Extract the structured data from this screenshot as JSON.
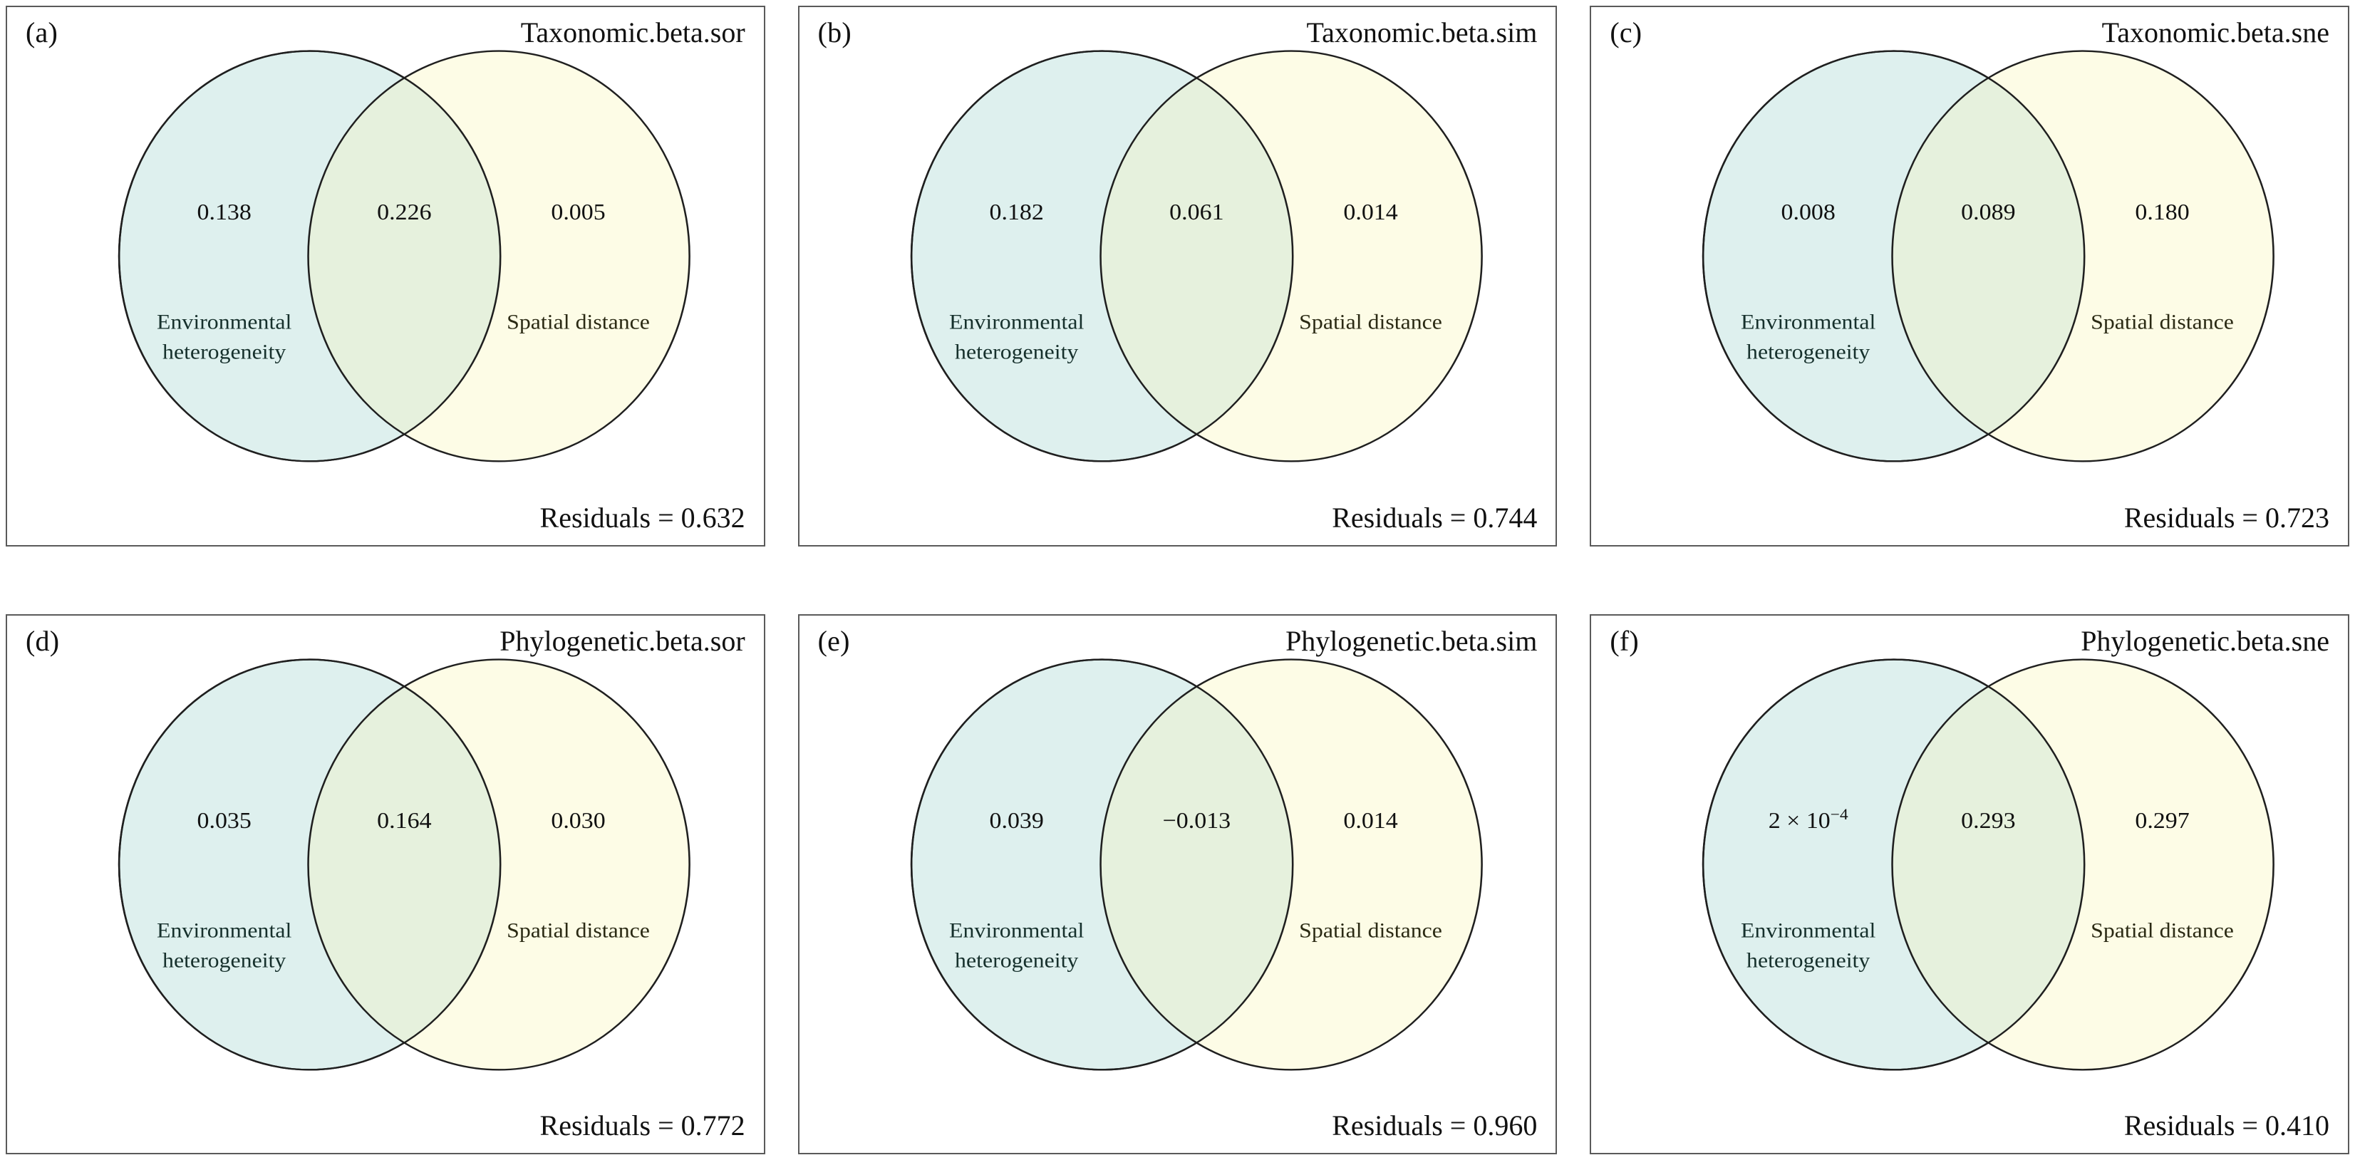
{
  "figure": {
    "layout": "2 rows x 3 columns of Venn diagrams",
    "colors": {
      "left_circle_fill": "#def0ee",
      "right_circle_fill": "#fdfce6",
      "overlap_fill": "#e6f1dd",
      "circle_stroke": "#1f1f1f",
      "panel_border": "#5a5a5a",
      "left_label_text": "#16302c",
      "right_label_text": "#2b2a14"
    },
    "common_labels": {
      "left_circle": {
        "line1": "Environmental",
        "line2": "heterogeneity"
      },
      "right_circle": "Spatial distance",
      "residuals_prefix": "Residuals ="
    }
  },
  "chart_data": {
    "type": "venn",
    "title": "",
    "description": "Variance partitioning Venn diagrams for taxonomic and phylogenetic beta diversity components",
    "set_names": [
      "Environmental heterogeneity",
      "Spatial distance"
    ],
    "panels": [
      {
        "letter": "(a)",
        "title": "Taxonomic.beta.sor",
        "left_only": "0.138",
        "overlap": "0.226",
        "right_only": "0.005",
        "residuals": "Residuals = 0.632",
        "residuals_value": "0.632",
        "values": [
          0.138,
          0.226,
          0.005,
          0.632
        ]
      },
      {
        "letter": "(b)",
        "title": "Taxonomic.beta.sim",
        "left_only": "0.182",
        "overlap": "0.061",
        "right_only": "0.014",
        "residuals": "Residuals = 0.744",
        "residuals_value": "0.744",
        "values": [
          0.182,
          0.061,
          0.014,
          0.744
        ]
      },
      {
        "letter": "(c)",
        "title": "Taxonomic.beta.sne",
        "left_only": "0.008",
        "overlap": "0.089",
        "right_only": "0.180",
        "residuals": "Residuals = 0.723",
        "residuals_value": "0.723",
        "values": [
          0.008,
          0.089,
          0.18,
          0.723
        ]
      },
      {
        "letter": "(d)",
        "title": "Phylogenetic.beta.sor",
        "left_only": "0.035",
        "overlap": "0.164",
        "right_only": "0.030",
        "residuals": "Residuals = 0.772",
        "residuals_value": "0.772",
        "values": [
          0.035,
          0.164,
          0.03,
          0.772
        ]
      },
      {
        "letter": "(e)",
        "title": "Phylogenetic.beta.sim",
        "left_only": "0.039",
        "overlap": "−0.013",
        "right_only": "0.014",
        "residuals": "Residuals = 0.960",
        "residuals_value": "0.960",
        "values": [
          0.039,
          -0.013,
          0.014,
          0.96
        ]
      },
      {
        "letter": "(f)",
        "title": "Phylogenetic.beta.sne",
        "left_only": "2 × 10⁻⁴",
        "left_only_base": "2 × 10",
        "left_only_exp": "−4",
        "overlap": "0.293",
        "right_only": "0.297",
        "residuals": "Residuals = 0.410",
        "residuals_value": "0.410",
        "values": [
          0.0002,
          0.293,
          0.297,
          0.41
        ]
      }
    ]
  }
}
